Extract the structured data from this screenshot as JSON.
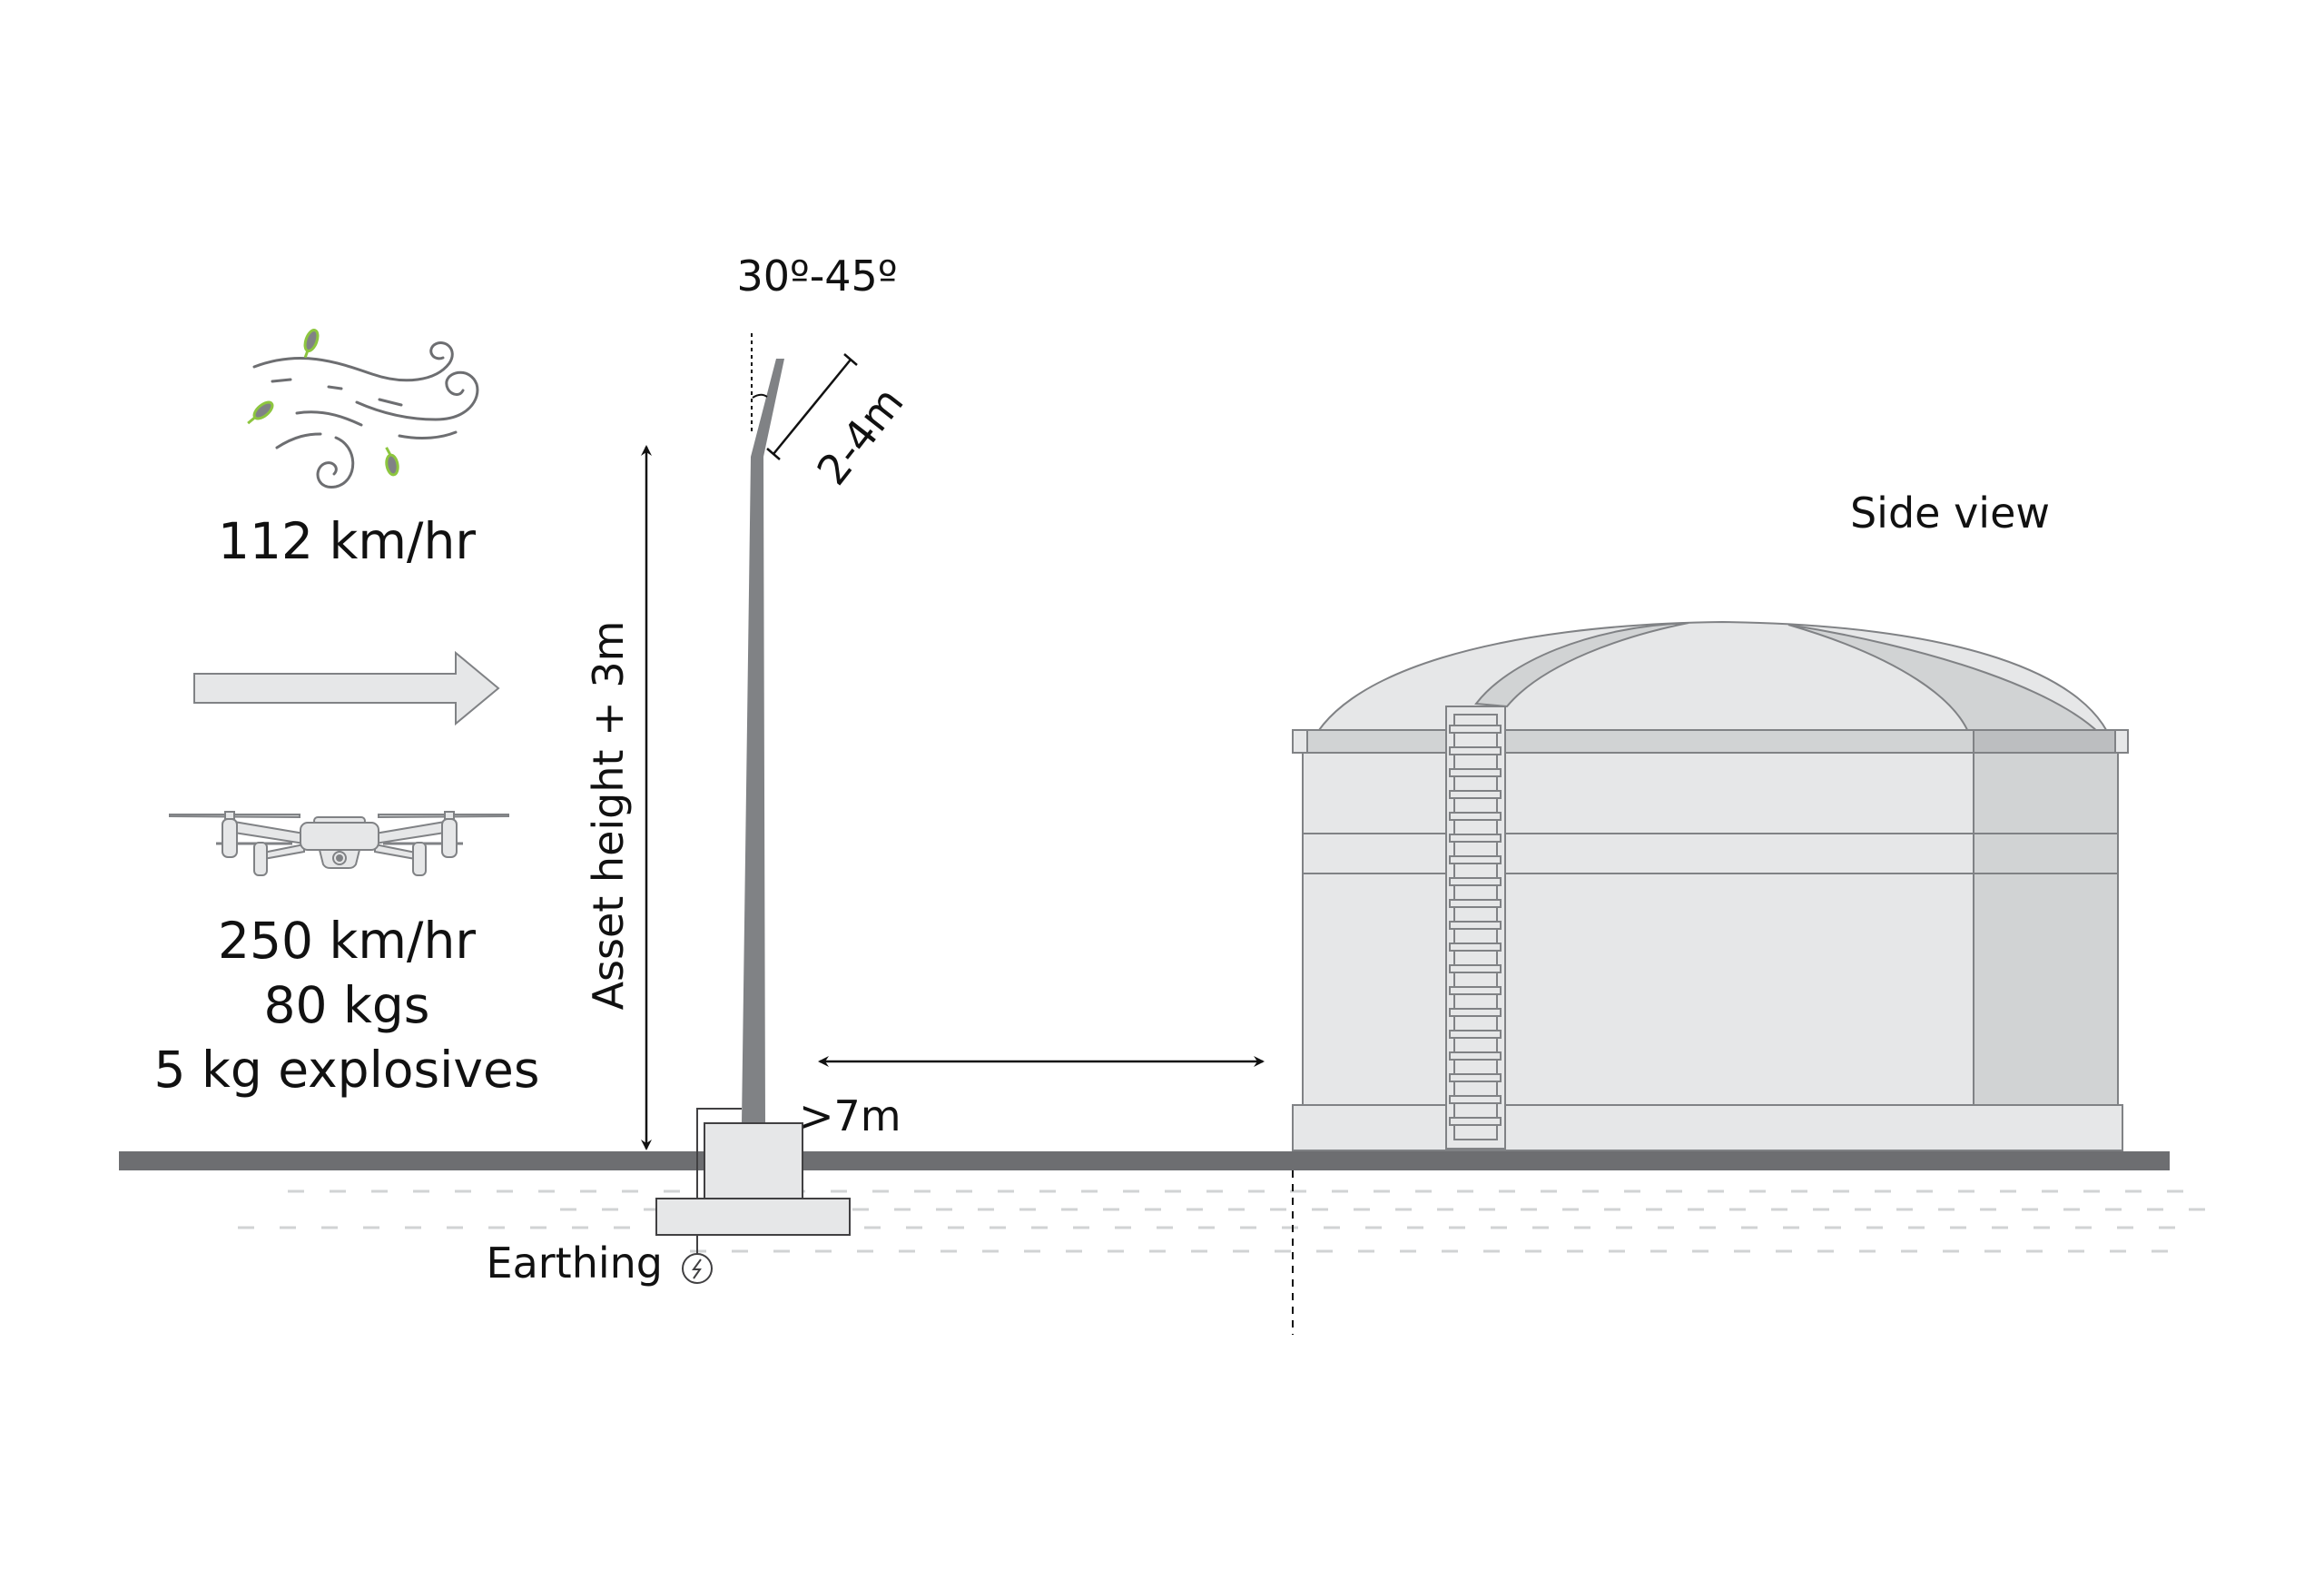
{
  "diagram": {
    "title": "Side view",
    "wind": {
      "icon": "wind-with-leaves-icon",
      "speed_label": "112 km/hr"
    },
    "direction_arrow": {
      "icon": "right-arrow-icon"
    },
    "drone": {
      "icon": "quadcopter-drone-icon",
      "speed_label": "250 km/hr",
      "weight_label": "80 kgs",
      "payload_label": "5 kg explosives"
    },
    "mast": {
      "tilt_angle_label": "30º-45º",
      "tilt_length_label": "2-4m",
      "height_label": "Asset height + 3m",
      "distance_label": ">7m",
      "earthing_label": "Earthing",
      "earthing_icon": "lightning-ground-icon"
    },
    "tank": {
      "view_label": "Side view",
      "ladder_rungs": 20
    },
    "colors": {
      "ground": "#6d6e71",
      "mast": "#808285",
      "tank_fill": "#e6e7e8",
      "tank_shade": "#d1d3d4",
      "tank_outline": "#808285",
      "leaf_green": "#8dc63f",
      "wind_stroke": "#6d6e71",
      "dash": "#d1d3d4",
      "text": "#111111"
    }
  }
}
